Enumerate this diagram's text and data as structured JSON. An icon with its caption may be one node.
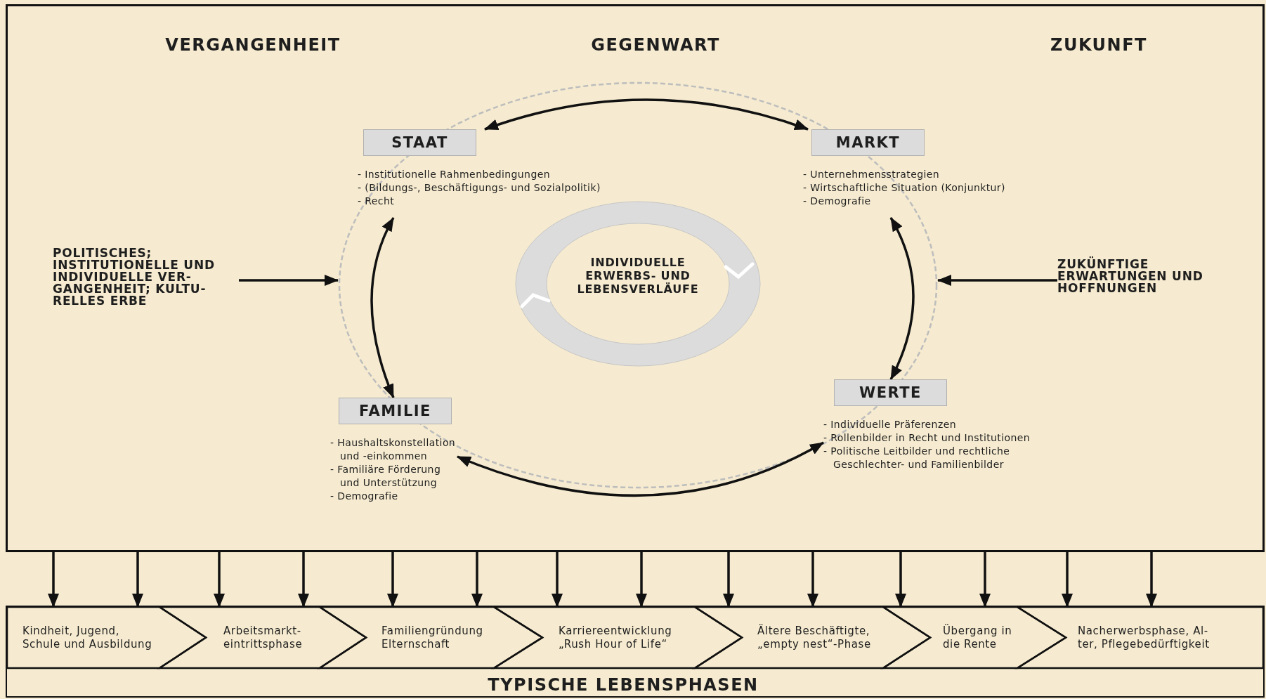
{
  "diagram": {
    "nodes": [
      {
        "text": [],
        "shape": "box"
      },
      {
        "text": [
          "STAAT"
        ],
        "in": 0,
        "beside": [
          "- Institutionelle Rahmenbedingungen",
          "- (Bildungs-, Beschäftigungs- und Sozialpolitik)",
          "- Recht"
        ]
      },
      {
        "text": [
          "MARKT"
        ],
        "in": 0,
        "beside": [
          "- Unternehmensstrategien",
          "- Wirtschaftliche Situation (Konjunktur)",
          "- Demografie"
        ]
      },
      {
        "text": [
          "POLITISCHES; INSTITUTIONELLE UND INDIVIDUELLE VER- GANGENHEIT; KULTU- RELLES ERBE"
        ],
        "in": 0
      },
      {
        "text": [],
        "shape": "circle",
        "in": 0
      },
      {
        "text": [
          "INDIVIDUELLE ERWERBS- UND LEBENSVERLÄUFE"
        ],
        "in": 4
      },
      {
        "text": [
          "ZUKÜNFTIGE ERWARTUNGEN UND HOFFNUNGEN"
        ],
        "in": 0
      },
      {
        "text": [
          "FAMILIE"
        ],
        "in": 0,
        "beside": [
          "- Haushaltskonstellation und -einkommen",
          "- Familiäre Förderung und Unterstützung",
          "- Demografie"
        ]
      },
      {
        "text": [
          "WERTE"
        ],
        "in": 0,
        "beside": [
          "- Individuelle Präferenzen",
          "- Rollenbilder in Recht und Institutionen",
          "- Politische Leitbilder und rechtliche Geschlechter- und Familienbilder"
        ]
      },
      {
        "text": [
          "TYPISCHE LEBENSPHASEN"
        ]
      },
      {
        "text": [
          "Kindheit, Jugend, Schule und Ausbildung"
        ],
        "in": 9
      },
      {
        "text": [
          "Arbeitsmarkt- eintrittsphase"
        ],
        "in": 9
      },
      {
        "text": [
          "Familiengründung Elternschaft"
        ],
        "in": 9
      },
      {
        "text": [
          "Karriereentwicklung „Rush Hour of Life“"
        ],
        "in": 9
      },
      {
        "text": [
          "Ältere Beschäftigte, „empty nest“-Phase"
        ],
        "in": 9
      },
      {
        "text": [
          "Übergang in die Rente"
        ],
        "in": 9
      },
      {
        "text": [
          "Nacherwerbsphase, Al- ter, Pflegebedürftigkeit"
        ],
        "in": 9
      }
    ],
    "edges": [
      {
        "from": 1,
        "to": 2,
        "arrow": "both"
      },
      {
        "from": 1,
        "to": 7,
        "arrow": "both"
      },
      {
        "from": 2,
        "to": 8,
        "arrow": "both"
      },
      {
        "from": 7,
        "to": 8,
        "arrow": "both"
      },
      {
        "from": 3,
        "to": 4,
        "arrow": "to"
      },
      {
        "from": 6,
        "to": 4,
        "arrow": "to"
      },
      {
        "from": 0,
        "to": 10,
        "arrow": "to"
      },
      {
        "from": 0,
        "to": 10,
        "arrow": "to"
      },
      {
        "from": 0,
        "to": 11,
        "arrow": "to"
      },
      {
        "from": 0,
        "to": 11,
        "arrow": "to"
      },
      {
        "from": 0,
        "to": 12,
        "arrow": "to"
      },
      {
        "from": 0,
        "to": 12,
        "arrow": "to"
      },
      {
        "from": 0,
        "to": 13,
        "arrow": "to"
      },
      {
        "from": 0,
        "to": 13,
        "arrow": "to"
      },
      {
        "from": 0,
        "to": 14,
        "arrow": "to"
      },
      {
        "from": 0,
        "to": 14,
        "arrow": "to"
      },
      {
        "from": 0,
        "to": 15,
        "arrow": "to"
      },
      {
        "from": 0,
        "to": 15,
        "arrow": "to"
      },
      {
        "from": 0,
        "to": 16,
        "arrow": "to"
      },
      {
        "from": 0,
        "to": 16,
        "arrow": "to"
      }
    ],
    "labels": [
      "VERGANGENHEIT",
      "GEGENWART",
      "ZUKUNFT"
    ]
  }
}
